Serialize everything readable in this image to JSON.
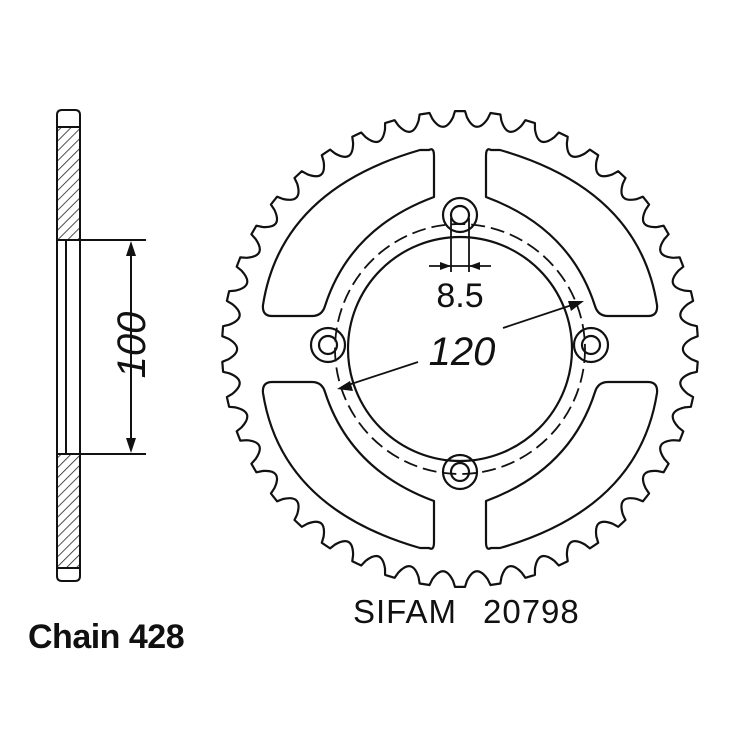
{
  "drawing": {
    "side_view": {
      "dimension": "100"
    },
    "face_view": {
      "tooth_count": 42,
      "bolt_hole_dimension": "8.5",
      "bolt_circle_dimension": "120",
      "maker_label": "SIFAM",
      "part_number": "20798"
    },
    "caption": "Chain 428"
  }
}
